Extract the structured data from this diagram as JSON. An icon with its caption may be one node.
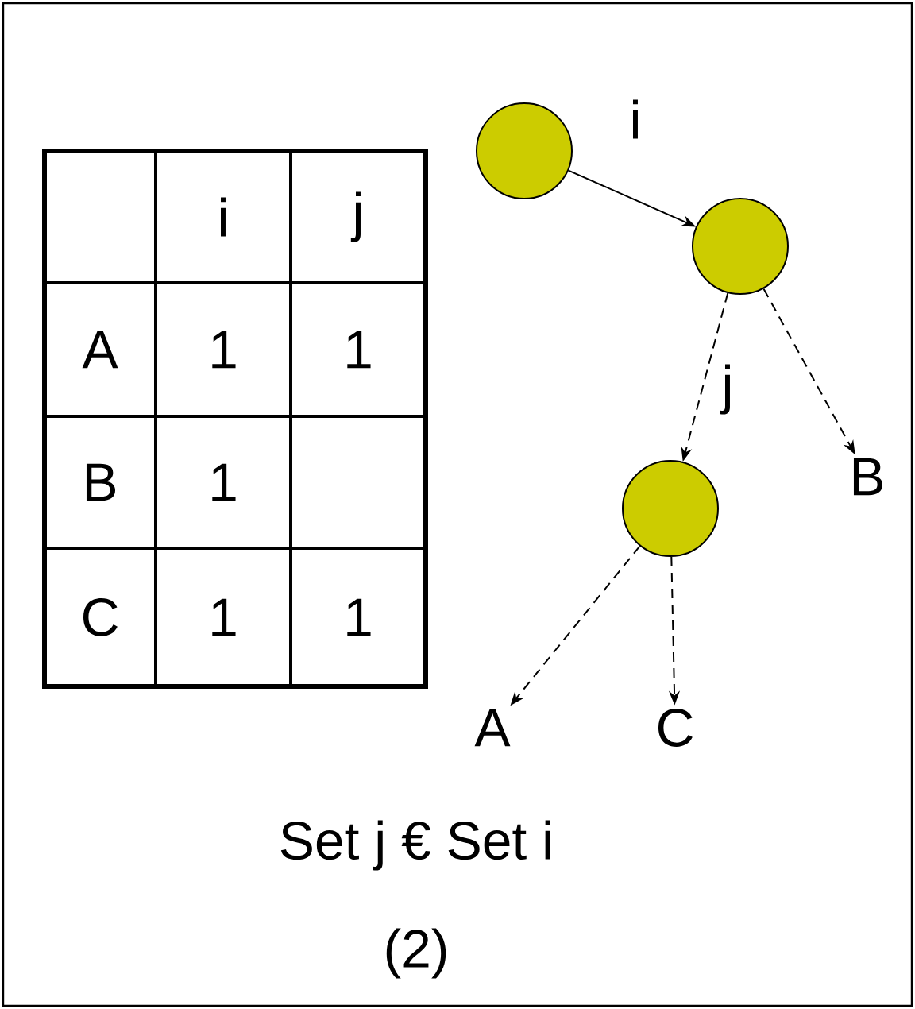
{
  "diagram": {
    "nodes": [
      {
        "text": [],
        "shape": "circle"
      },
      {
        "text": [],
        "shape": "circle"
      },
      {
        "text": [],
        "shape": "circle"
      },
      {
        "text": [
          "B"
        ]
      },
      {
        "text": [
          "A"
        ]
      },
      {
        "text": [
          "C"
        ]
      }
    ],
    "edges": [
      {
        "from": 0,
        "to": 1,
        "arrow": "to",
        "label": "i"
      },
      {
        "from": 1,
        "to": 2,
        "arrow": "to",
        "label": "j",
        "style": "dashed"
      },
      {
        "from": 1,
        "to": 3,
        "arrow": "to",
        "style": "dashed"
      },
      {
        "from": 2,
        "to": 4,
        "arrow": "to",
        "style": "dashed"
      },
      {
        "from": 2,
        "to": 5,
        "arrow": "to",
        "style": "dashed"
      }
    ],
    "labels": [
      "i",
      "j",
      "A",
      "1",
      "1",
      "B",
      "1",
      "C",
      "1",
      "1",
      "Set j € Set i",
      "(2)"
    ]
  }
}
